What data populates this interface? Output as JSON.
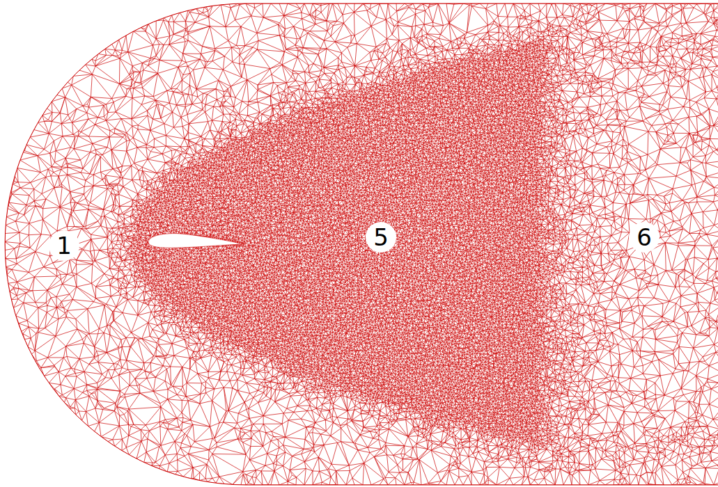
{
  "diagram": {
    "labels": [
      "1",
      "5",
      "6"
    ]
  }
}
